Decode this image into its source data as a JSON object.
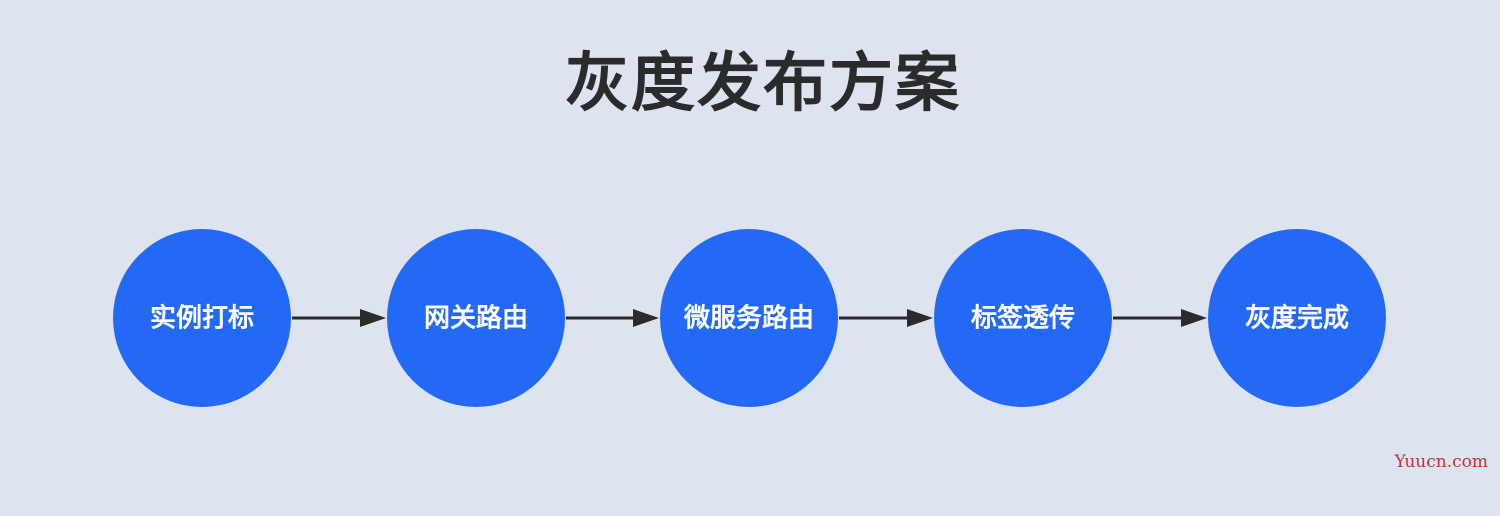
{
  "title": "灰度发布方案",
  "colors": {
    "background": "#dde4f0",
    "node_fill": "#2469f6",
    "arrow": "#2b2b2b",
    "title_text": "#2b2b2b",
    "watermark": "#cf2b2b"
  },
  "nodes": [
    {
      "label": "实例打标"
    },
    {
      "label": "网关路由"
    },
    {
      "label": "微服务路由"
    },
    {
      "label": "标签透传"
    },
    {
      "label": "灰度完成"
    }
  ],
  "edges": [
    {
      "from": 0,
      "to": 1
    },
    {
      "from": 1,
      "to": 2
    },
    {
      "from": 2,
      "to": 3
    },
    {
      "from": 3,
      "to": 4
    }
  ],
  "watermark": "Yuucn.com"
}
